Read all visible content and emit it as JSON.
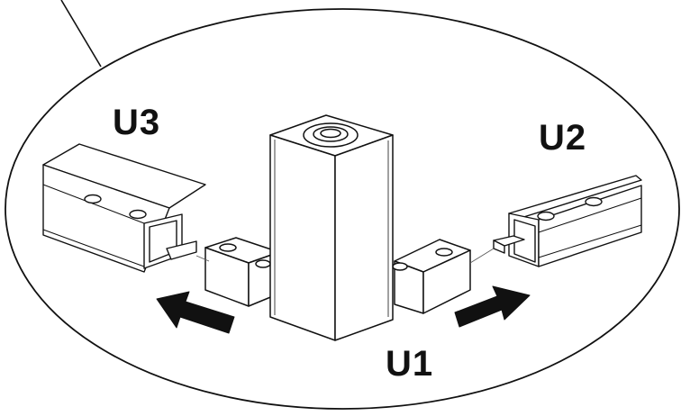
{
  "labels": {
    "u1": "U1",
    "u2": "U2",
    "u3": "U3"
  },
  "colors": {
    "ink": "#111111",
    "fill": "#ffffff",
    "shade": "#f2f2f2"
  },
  "icons": [
    "arrow-left-icon",
    "arrow-right-icon"
  ]
}
